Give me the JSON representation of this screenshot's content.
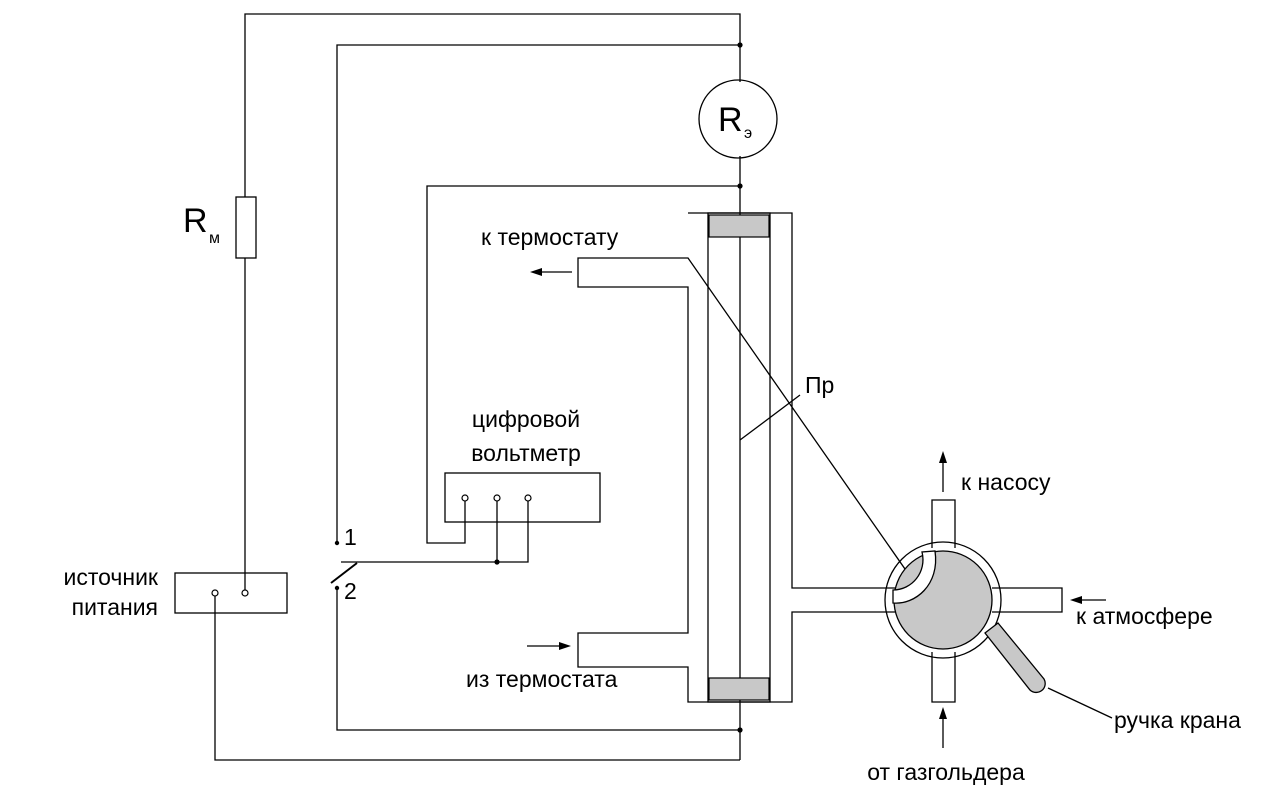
{
  "labels": {
    "rm_main": "R",
    "rm_sub": "м",
    "re_main": "R",
    "re_sub": "э",
    "to_thermostat": "к термостату",
    "from_thermostat": "из термостата",
    "voltmeter_line1": "цифровой",
    "voltmeter_line2": "вольтметр",
    "power_line1": "источник",
    "power_line2": "питания",
    "switch_pos1": "1",
    "switch_pos2": "2",
    "wire_label": "Пр",
    "to_pump": "к насосу",
    "to_atmosphere": "к атмосфере",
    "tap_handle": "ручка крана",
    "from_gasholder": "от газгольдера"
  },
  "colors": {
    "line": "#000000",
    "fill_gray": "#c8c8c8",
    "background": "#ffffff"
  }
}
